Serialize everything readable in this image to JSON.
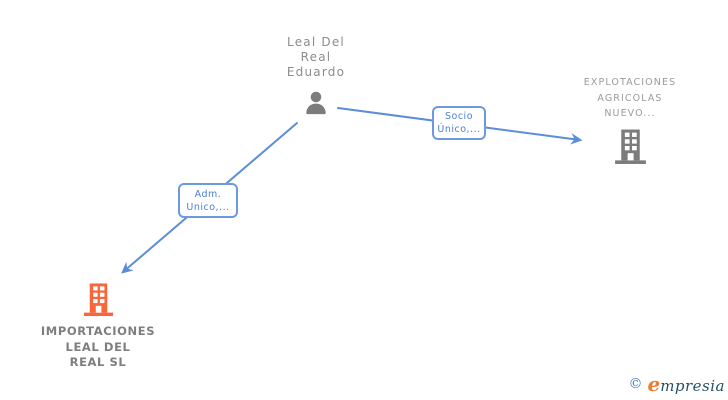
{
  "person": {
    "name_line1": "Leal Del",
    "name_line2": "Real",
    "name_line3": "Eduardo"
  },
  "company_right": {
    "name_line1": "EXPLOTACIONES",
    "name_line2": "AGRICOLAS",
    "name_line3": "NUEVO..."
  },
  "company_left": {
    "name_line1": "IMPORTACIONES",
    "name_line2": "LEAL DEL",
    "name_line3": "REAL SL"
  },
  "edges": {
    "socio": {
      "label_line1": "Socio",
      "label_line2": "Único,..."
    },
    "adm": {
      "label_line1": "Adm.",
      "label_line2": "Unico,..."
    }
  },
  "logo": {
    "copyright_symbol": "©",
    "brand_initial": "e",
    "brand_rest": "mpresia"
  },
  "colors": {
    "edge_blue": "#5b8dd9",
    "edge_label_border": "#6b9ae0",
    "edge_label_text": "#4a7fd4",
    "node_icon_gray": "#7c7c7c",
    "node_text_gray": "#8c8c8c",
    "company_left_orange": "#f8663a",
    "logo_orange": "#ee7c2f",
    "logo_navy": "#235066",
    "logo_copyright_blue": "#3f7cba"
  }
}
